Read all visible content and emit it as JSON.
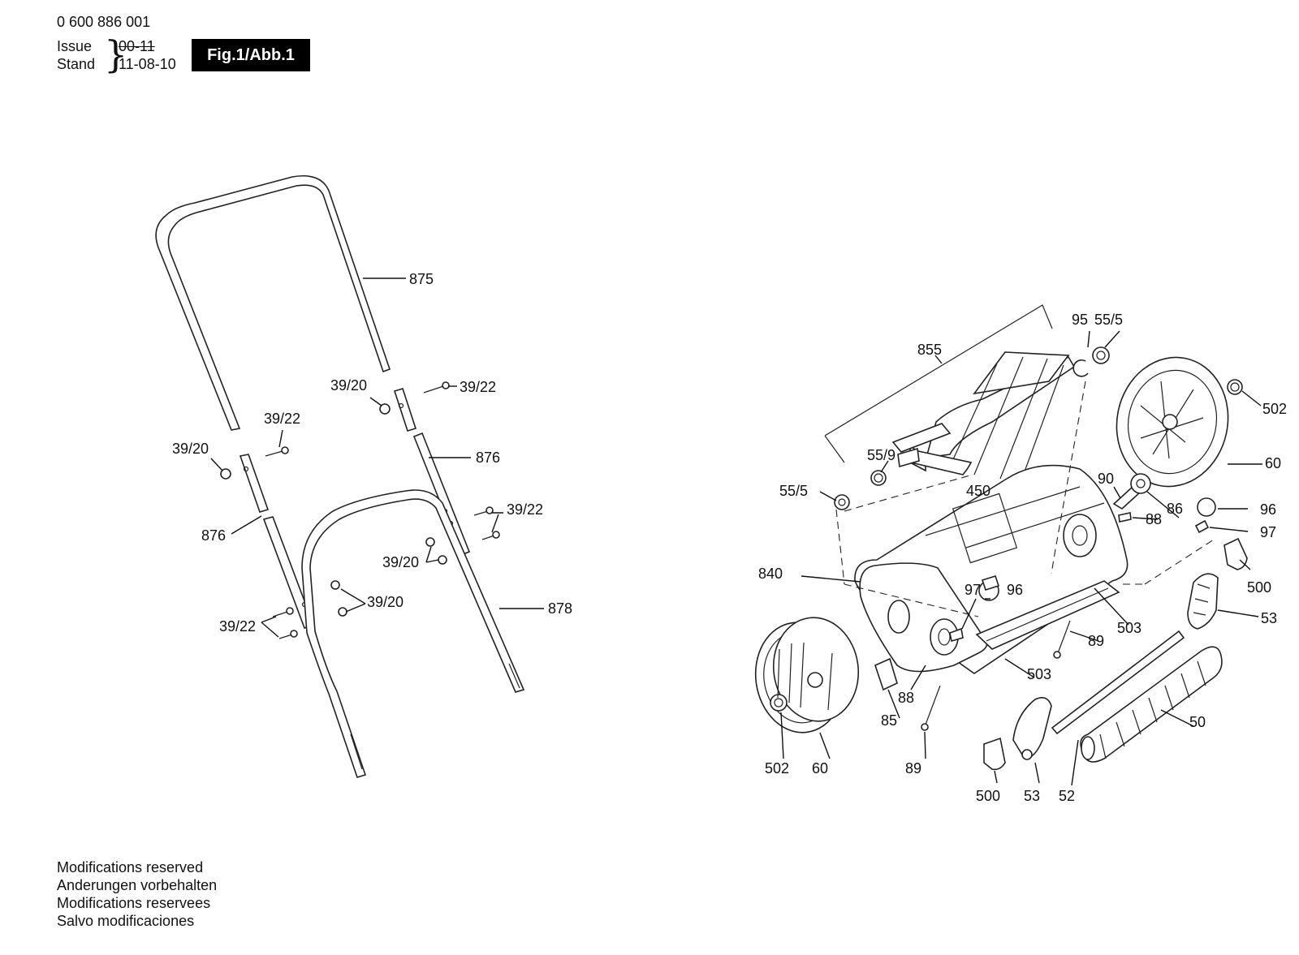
{
  "header": {
    "part_number": "0 600 886 001",
    "issue_label": "Issue",
    "stand_label": "Stand",
    "issue_old": "00-11",
    "issue_new": "11-08-10",
    "figure_label": "Fig.1/Abb.1"
  },
  "callouts": {
    "c875": "875",
    "c3920_a": "39/20",
    "c3922_a": "39/22",
    "c3920_b": "39/20",
    "c3922_b": "39/22",
    "c876_left": "876",
    "c876_right": "876",
    "c3922_c": "39/22",
    "c3920_c": "39/20",
    "c3920_d": "39/20",
    "c3922_d": "39/22",
    "c878": "878",
    "c855": "855",
    "c95": "95",
    "c555_top": "55/5",
    "c502_top": "502",
    "c60_top": "60",
    "c559": "55/9",
    "c555_left": "55/5",
    "c450": "450",
    "c90": "90",
    "c86": "86",
    "c96_right": "96",
    "c88_right": "88",
    "c97_right": "97",
    "c840": "840",
    "c97_mid": "97",
    "c96_mid": "96",
    "c500_right": "500",
    "c503_a": "503",
    "c53_right": "53",
    "c89_right": "89",
    "c503_b": "503",
    "c88_left": "88",
    "c85": "85",
    "c50": "50",
    "c502_bottom": "502",
    "c60_bottom": "60",
    "c89_bottom": "89",
    "c500_bottom": "500",
    "c53_bottom": "53",
    "c52": "52"
  },
  "notes": [
    "Modifications reserved",
    "Anderungen vorbehalten",
    "Modifications reservees",
    "Salvo modificaciones"
  ]
}
